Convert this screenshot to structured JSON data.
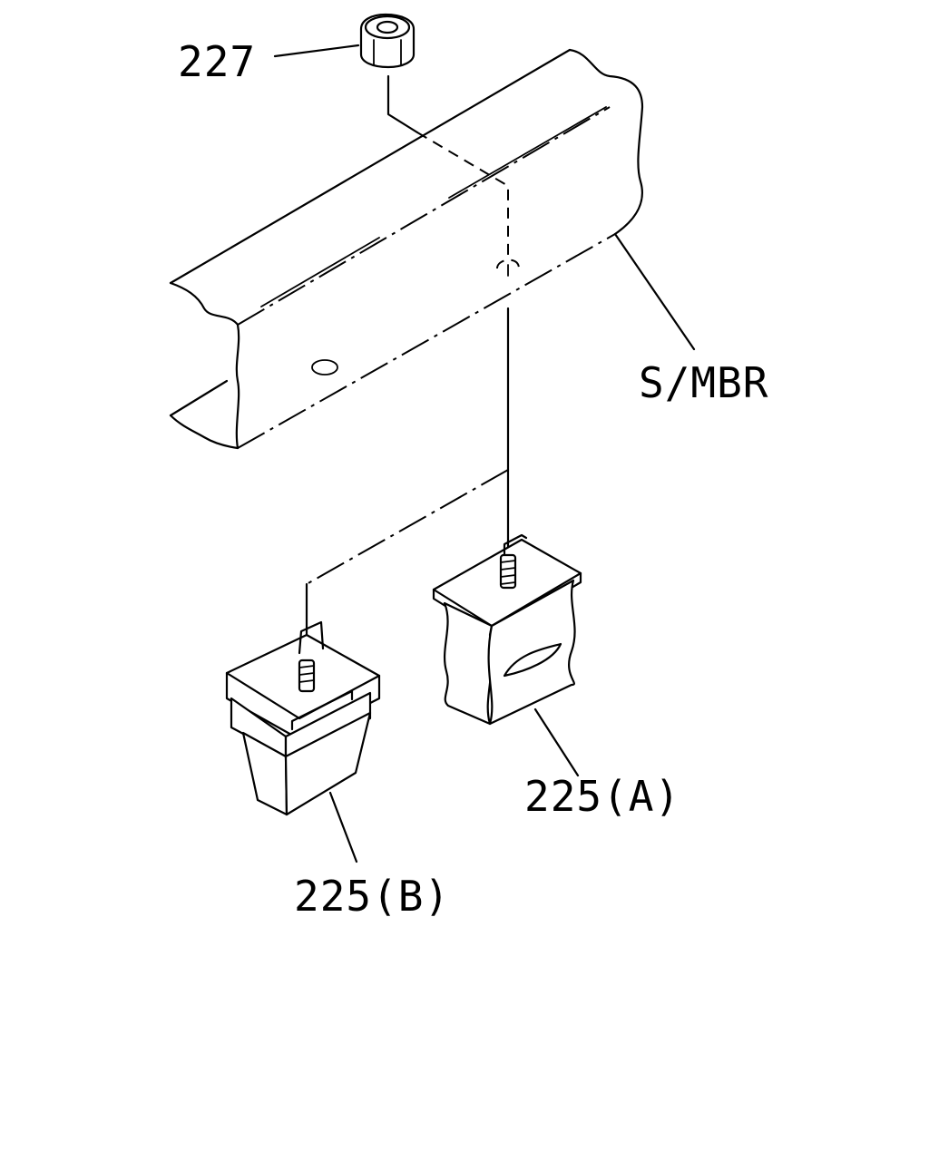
{
  "callouts": {
    "nut": "227",
    "member": "S/MBR",
    "mount_a": "225(A)",
    "mount_b": "225(B)"
  }
}
